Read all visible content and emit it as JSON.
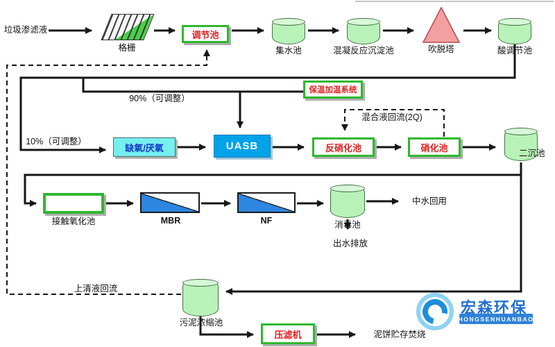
{
  "colors": {
    "green_border": "#2eb82e",
    "cylinder_fill": "#b9f2b9",
    "uasb_blue": "#00a2e8",
    "anoxic_cyan": "#76efef",
    "node_red_text": "#e02020",
    "tower_pink": "#f2a0a0",
    "membrane_blue": "#2d86e0",
    "logo_blue": "#1f6fd0"
  },
  "top_row": {
    "source": "垃圾渗滤液",
    "grid": "格栅",
    "regulating_tank": "调节池",
    "collecting_tank": "集水池",
    "coagulation_tank": "混凝反应沉淀池",
    "stripping_tower": "吹脱塔",
    "acid_tank": "酸调节池"
  },
  "middle_row": {
    "split_90": "90%（可调整）",
    "split_10": "10%（可调整）",
    "anoxic": "缺氧/厌氧",
    "uasb": "UASB",
    "heating_system": "保温加温系统",
    "mixed_reflux": "混合液回流(2Q)",
    "denitrification": "反硝化池",
    "nitrification": "硝化池",
    "secondary_sedimentation": "二沉池"
  },
  "third_row": {
    "contact_oxidation": "接触氧化池",
    "mbr": "MBR",
    "nf": "NF",
    "disinfection": "消毒池",
    "water_reuse": "中水回用",
    "discharge": "出水排放"
  },
  "bottom_row": {
    "supernatant_return": "上清液回流",
    "sludge_thickener": "污泥浓缩池",
    "filter_press": "压滤机",
    "mud_cake": "泥饼贮存焚烧"
  },
  "logo": {
    "name_cn": "宏森环保",
    "name_en": "HONGSENHUANBAO"
  }
}
